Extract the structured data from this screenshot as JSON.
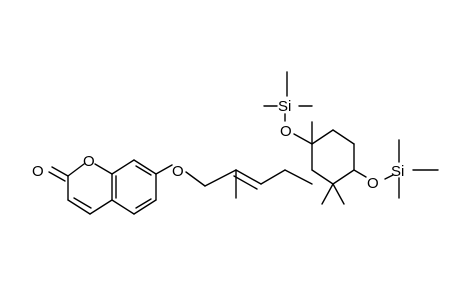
{
  "molecule": {
    "atom_labels": {
      "carbonyl_o": "O",
      "ring_o": "O",
      "ether_o": "O",
      "upper_o": "O",
      "upper_si": "Si",
      "lower_o": "O",
      "lower_si": "Si"
    },
    "colors": {
      "bond": "#000000",
      "label": "#000000",
      "background": "#ffffff"
    }
  }
}
